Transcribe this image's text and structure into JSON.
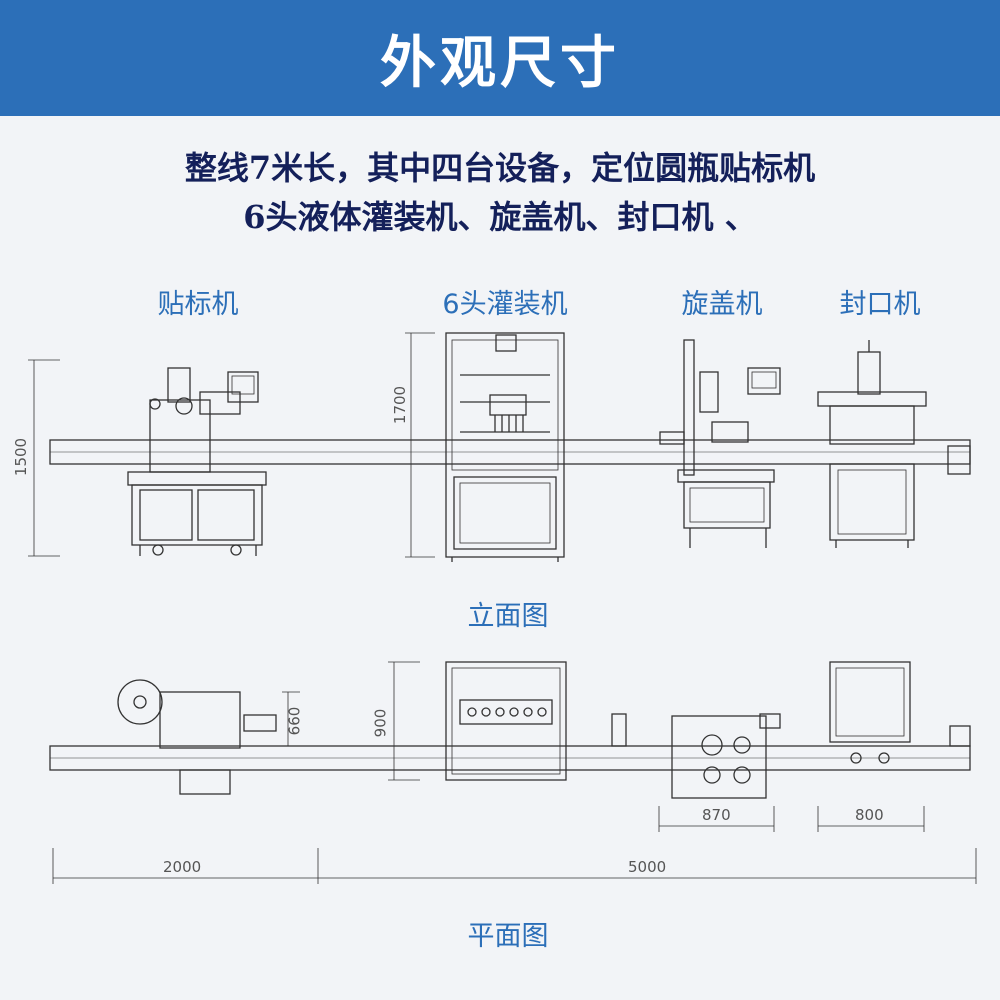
{
  "header": {
    "title": "外观尺寸"
  },
  "subtitle": {
    "line1": "整线7米长，其中四台设备，定位圆瓶贴标机",
    "line2": "6头液体灌装机、旋盖机、封口机 、"
  },
  "machines": {
    "labeler": "贴标机",
    "filler": "6头灌装机",
    "capper": "旋盖机",
    "sealer": "封口机"
  },
  "elevation": {
    "label": "立面图",
    "dim_height_labeler": "1500",
    "dim_height_filler": "1700"
  },
  "plan": {
    "label": "平面图",
    "dim_labeler_depth": "660",
    "dim_filler_depth": "900",
    "dim_capper_width": "870",
    "dim_sealer_width": "800",
    "dim_length_left": "2000",
    "dim_length_right": "5000"
  },
  "colors": {
    "banner": "#2c6fb8",
    "subtitle": "#14205a",
    "label_blue": "#2c6fb8",
    "line": "#333333"
  }
}
